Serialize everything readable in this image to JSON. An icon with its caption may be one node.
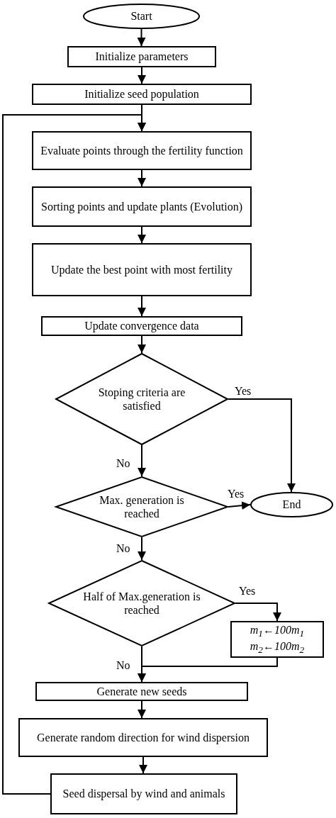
{
  "diagram": {
    "nodes": [
      {
        "text": [
          "Start"
        ]
      },
      {
        "text": [
          "Initialize parameters"
        ]
      },
      {
        "text": [
          "Initialize seed population"
        ]
      },
      {
        "text": [
          "Evaluate points through the fertility function"
        ]
      },
      {
        "text": [
          "Sorting points and update plants (Evolution)"
        ]
      },
      {
        "text": [
          "Update the best point with most fertility"
        ]
      },
      {
        "text": [
          "Update convergence data"
        ]
      },
      {
        "text": [
          "Stoping criteria are satisfied"
        ]
      },
      {
        "text": [
          "Max. generation is reached"
        ]
      },
      {
        "text": [
          "End"
        ]
      },
      {
        "text": [
          "Half of Max.generation is reached"
        ]
      },
      {
        "text": [
          "m$_{1}$←100m$_{1}$",
          "m$_{2}$←100m$_{2}$"
        ]
      },
      {
        "text": [
          "Generate new seeds"
        ]
      },
      {
        "text": [
          "Generate random direction for wind dispersion"
        ]
      },
      {
        "text": [
          "Seed dispersal by wind and animals"
        ]
      }
    ],
    "edges": [
      {
        "from": 0,
        "to": 1,
        "arrow": "to"
      },
      {
        "from": 1,
        "to": 2,
        "arrow": "to"
      },
      {
        "from": 2,
        "to": 3,
        "arrow": "to"
      },
      {
        "from": 3,
        "to": 4,
        "arrow": "to"
      },
      {
        "from": 4,
        "to": 5,
        "arrow": "to"
      },
      {
        "from": 5,
        "to": 6,
        "arrow": "to"
      },
      {
        "from": 6,
        "to": 7,
        "arrow": "to"
      },
      {
        "from": 7,
        "to": 9,
        "arrow": "to",
        "label": "Yes"
      },
      {
        "from": 7,
        "to": 8,
        "arrow": "to",
        "label": "No"
      },
      {
        "from": 8,
        "to": 9,
        "arrow": "to",
        "label": "Yes"
      },
      {
        "from": 8,
        "to": 10,
        "arrow": "to",
        "label": "No"
      },
      {
        "from": 10,
        "to": 11,
        "arrow": "to",
        "label": "Yes"
      },
      {
        "from": 10,
        "to": 12,
        "arrow": "to",
        "label": "No"
      },
      {
        "from": 11,
        "to": 12,
        "arrow": "to"
      },
      {
        "from": 12,
        "to": 13,
        "arrow": "to"
      },
      {
        "from": 13,
        "to": 14,
        "arrow": "to"
      },
      {
        "from": 14,
        "to": 3,
        "arrow": "to"
      }
    ]
  }
}
